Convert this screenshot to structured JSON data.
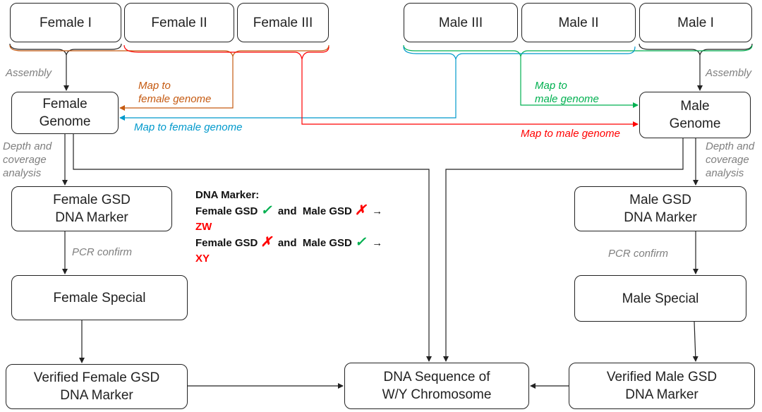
{
  "colors": {
    "female_map": "#c55a11",
    "male_to_female_map": "#0099cc",
    "male_map": "#00b050",
    "female_to_male_map": "#ff0000",
    "neutral": "#7f7f7f",
    "line": "#222222"
  },
  "samples": {
    "female": [
      "Female I",
      "Female II",
      "Female III"
    ],
    "male": [
      "Male III",
      "Male II",
      "Male I"
    ]
  },
  "genomes": {
    "female": "Female\nGenome",
    "male": "Male\nGenome"
  },
  "markers": {
    "female": "Female GSD\nDNA Marker",
    "male": "Male GSD\nDNA Marker"
  },
  "specials": {
    "female": "Female Special",
    "male": "Male Special"
  },
  "verified": {
    "female": "Verified Female GSD\nDNA Marker",
    "male": "Verified Male GSD\nDNA Marker"
  },
  "final": "DNA Sequence of\nW/Y Chromosome",
  "edge_labels": {
    "assembly_left": "Assembly",
    "assembly_right": "Assembly",
    "map_to_female_genome_orange": "Map to\nfemale genome",
    "map_to_female_genome_blue": "Map to female genome",
    "map_to_male_genome_green": "Map to\nmale genome",
    "map_to_male_genome_red": "Map to male genome",
    "depth_left": "Depth and\ncoverage\nanalysis",
    "depth_right": "Depth and\ncoverage\nanalysis",
    "pcr_left": "PCR confirm",
    "pcr_right": "PCR confirm"
  },
  "legend": {
    "title": "DNA Marker:",
    "rows": [
      {
        "a": "Female GSD",
        "a_mark": "✓",
        "and": "and",
        "b": "Male GSD",
        "b_mark": "✗",
        "arrow": "→",
        "result": "ZW"
      },
      {
        "a": "Female GSD",
        "a_mark": "✗",
        "and": "and",
        "b": "Male GSD",
        "b_mark": "✓",
        "arrow": "→",
        "result": "XY"
      }
    ]
  }
}
